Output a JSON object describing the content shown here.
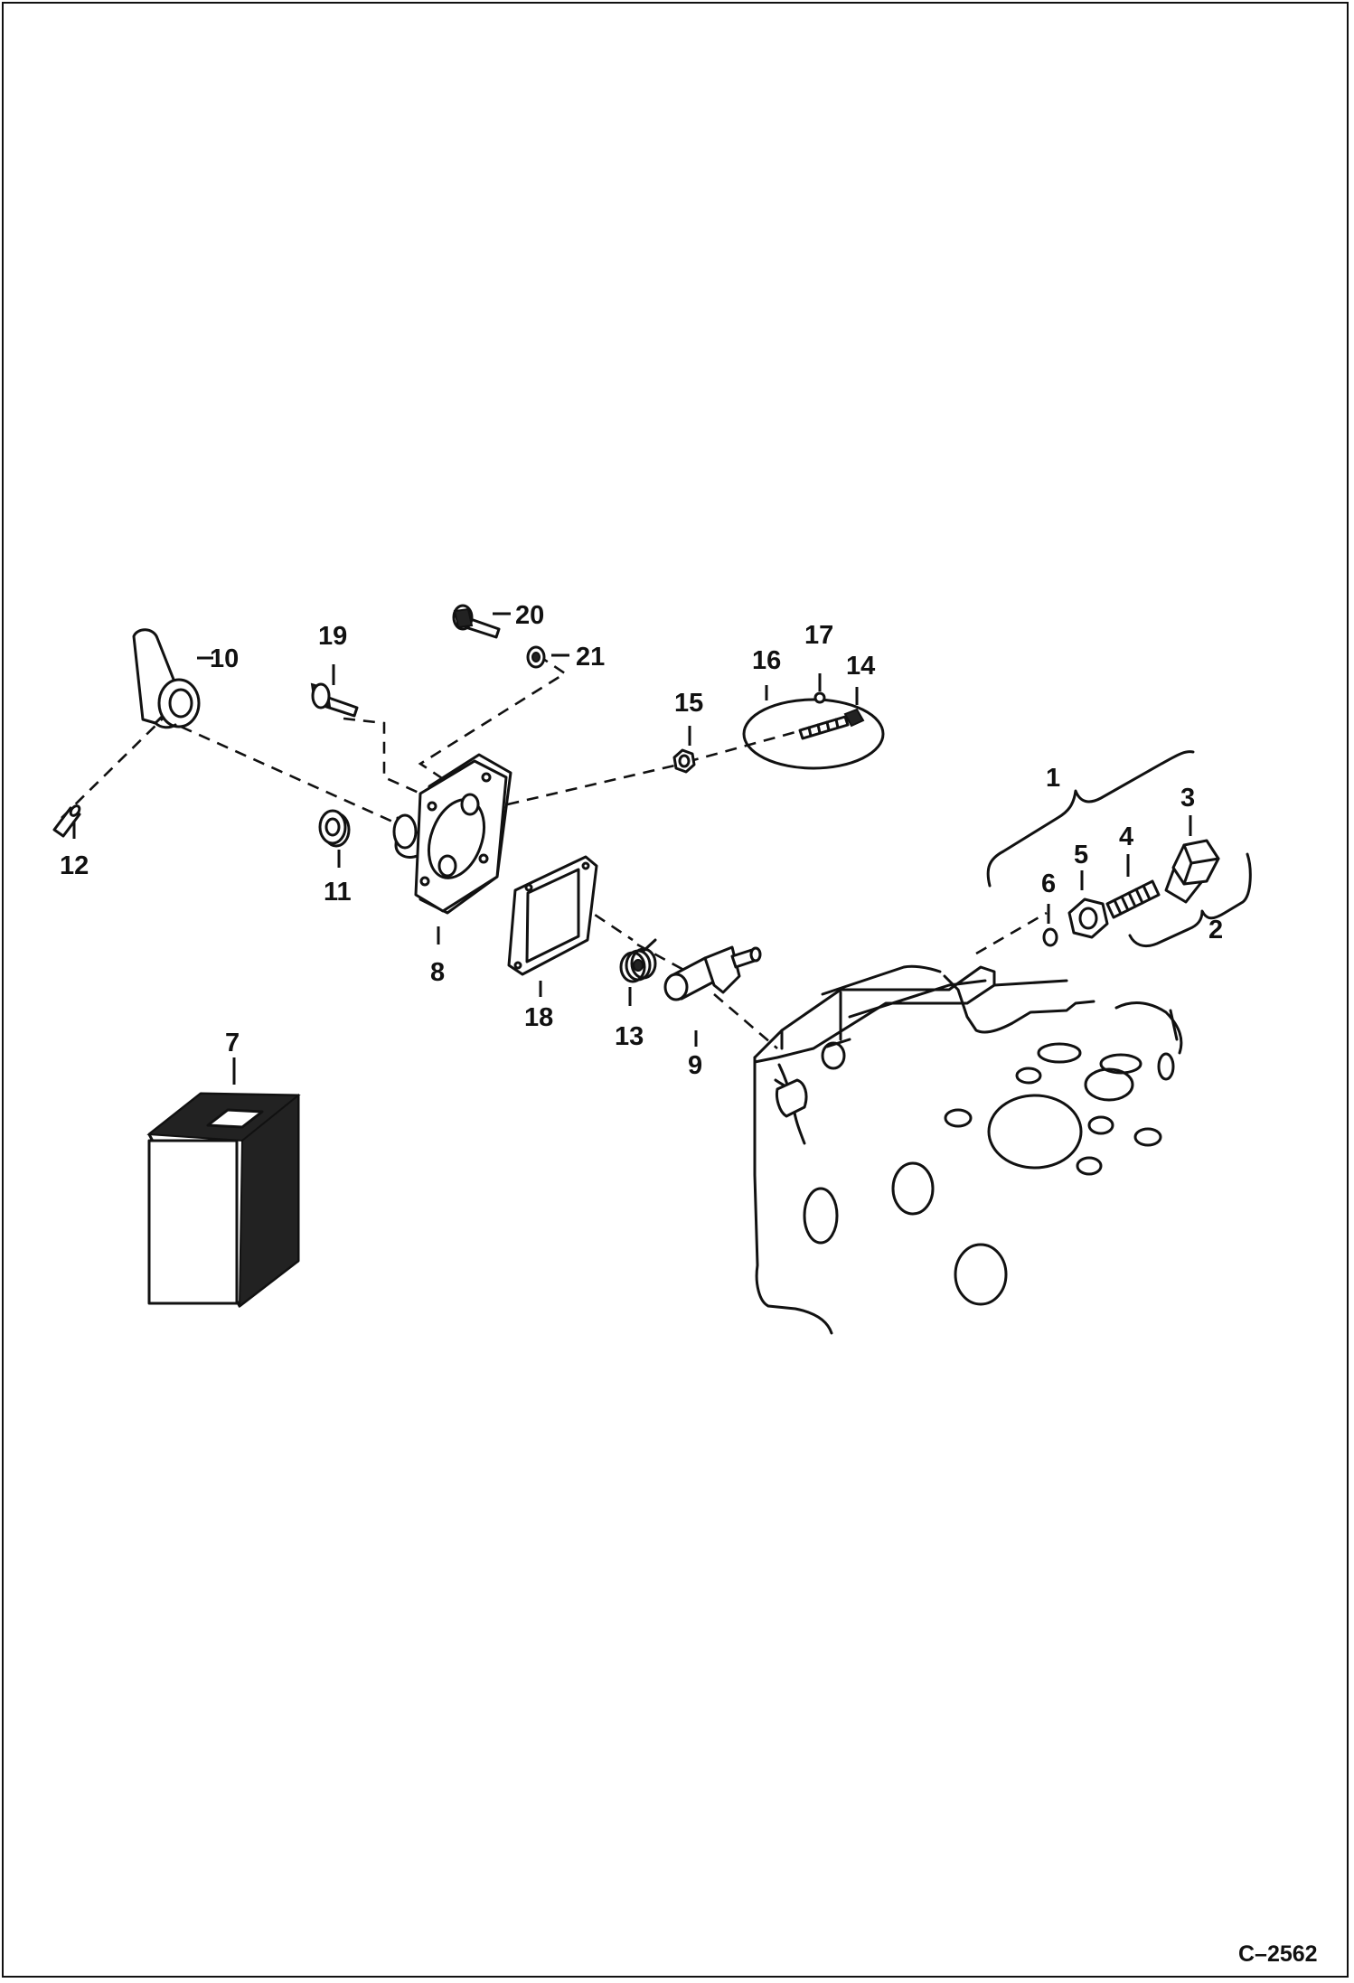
{
  "figure_code": "C–2562",
  "callouts": {
    "c1": "1",
    "c2": "2",
    "c3": "3",
    "c4": "4",
    "c5": "5",
    "c6": "6",
    "c7": "7",
    "c8": "8",
    "c9": "9",
    "c10": "10",
    "c11": "11",
    "c12": "12",
    "c13": "13",
    "c14": "14",
    "c15": "15",
    "c16": "16",
    "c17": "17",
    "c18": "18",
    "c19": "19",
    "c20": "20",
    "c21": "21"
  },
  "icons": [
    "shutoff-lever-icon",
    "roll-pin-icon",
    "bushing-icon",
    "bolt-icon",
    "lock-washer-icon",
    "cover-plate-icon",
    "gasket-icon",
    "torsion-spring-icon",
    "shaft-arm-icon",
    "hex-nut-icon",
    "adjustment-screw-icon",
    "cap-nut-icon",
    "o-ring-icon",
    "threaded-rod-icon",
    "solenoid-box-icon",
    "engine-block-icon"
  ]
}
